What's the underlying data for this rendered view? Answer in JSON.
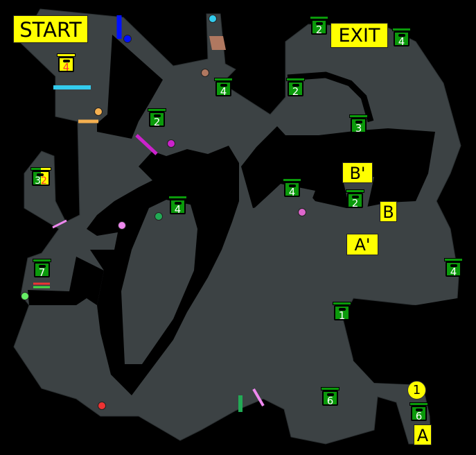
{
  "labels": {
    "start": "START",
    "exit": "EXIT",
    "b_prime": "B'",
    "b": "B",
    "a_prime": "A'",
    "a": "A",
    "marker_1": "1"
  },
  "chests": [
    {
      "count": "4",
      "type": "gold"
    },
    {
      "count": "2"
    },
    {
      "count": "4"
    },
    {
      "count": "4"
    },
    {
      "count": "2"
    },
    {
      "count": "2"
    },
    {
      "count": "3"
    },
    {
      "count_green": "3",
      "count_gold": "2",
      "type": "split"
    },
    {
      "count": "4"
    },
    {
      "count": "2"
    },
    {
      "count": "4"
    },
    {
      "count": "7"
    },
    {
      "count": "4"
    },
    {
      "count": "1"
    },
    {
      "count": "6"
    },
    {
      "count": "6"
    }
  ],
  "colors": {
    "cave": "#3c4244",
    "chest_green": "#0b9a0b",
    "label_yellow": "#ffff00",
    "blue_switch": "#0010ff",
    "cyan_switch": "#33ccee",
    "brown_switch": "#b07860",
    "orange_switch": "#f5b050",
    "magenta_switch": "#cc22cc",
    "pink_switch": "#ee88ee",
    "green_switch": "#22aa55",
    "lightgreen_switch": "#66ee66",
    "red_switch": "#ee3333"
  }
}
